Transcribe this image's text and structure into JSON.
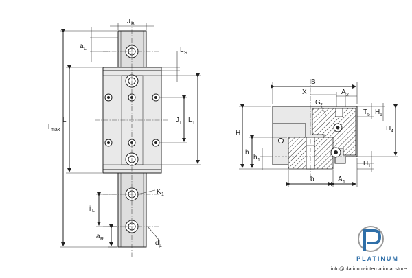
{
  "left_view": {
    "labels": {
      "JB": "J",
      "JB_sub": "B",
      "aL": "a",
      "aL_sub": "L",
      "LS": "L",
      "LS_sub": "S",
      "lmax": "l",
      "lmax_sub": "max",
      "L": "L",
      "JL": "J",
      "JL_sub": "L",
      "L1": "L",
      "L1_sub": "1",
      "K1": "K",
      "K1_sub": "1",
      "jL": "j",
      "jL_sub": "L",
      "aR": "a",
      "aR_sub": "R",
      "d1": "d",
      "d1_sub": "1"
    }
  },
  "right_view": {
    "labels": {
      "B": "B",
      "X": "X",
      "A2": "A",
      "A2_sub": "2",
      "G2": "G",
      "G2_sub": "2",
      "T5": "T",
      "T5_sub": "5",
      "H5": "H",
      "H5_sub": "5",
      "H": "H",
      "H4": "H",
      "H4_sub": "4",
      "h": "h",
      "h1": "h",
      "h1_sub": "1",
      "H1": "H",
      "H1_sub": "1",
      "b": "b",
      "A1": "A",
      "A1_sub": "1"
    }
  },
  "branding": {
    "logo_text": "PLATINUM",
    "contact": "info@platinum-international.store",
    "colors": {
      "logo_blue": "#2f6fa8",
      "logo_grey": "#9a9a9a"
    }
  }
}
